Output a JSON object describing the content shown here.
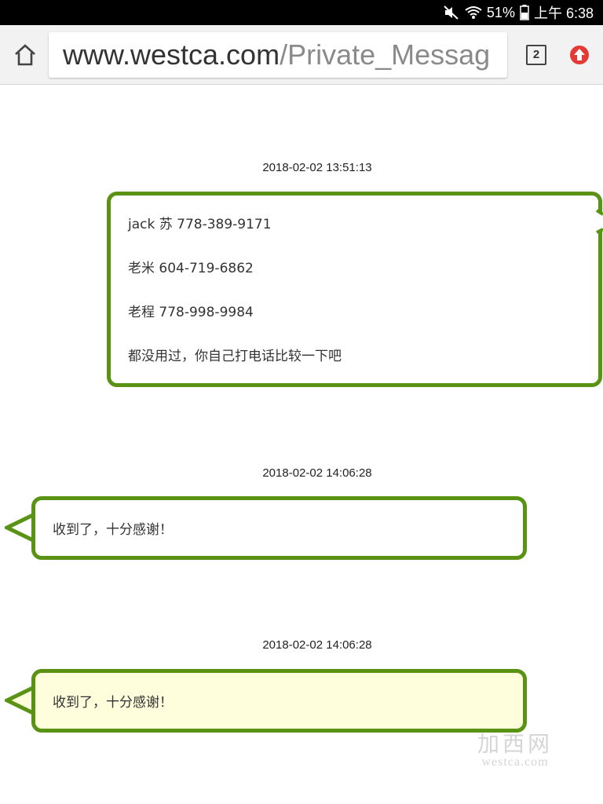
{
  "status_bar": {
    "battery": "51%",
    "time": "上午 6:38",
    "icons": [
      "mute-icon",
      "wifi-icon",
      "battery-icon"
    ]
  },
  "browser": {
    "url_host": "www.westca.com",
    "url_path": "/Private_Messag",
    "tab_count": "2",
    "icons": [
      "home-icon",
      "upload-icon"
    ]
  },
  "messages": [
    {
      "timestamp": "2018-02-02 13:51:13",
      "direction": "outgoing",
      "lines": [
        "jack 苏 778-389-9171",
        "老米 604-719-6862",
        "老程 778-998-9984",
        "都没用过，你自己打电话比较一下吧"
      ]
    },
    {
      "timestamp": "2018-02-02 14:06:28",
      "direction": "incoming",
      "text": "收到了，十分感谢！"
    },
    {
      "timestamp": "2018-02-02 14:06:28",
      "direction": "incoming",
      "text": "收到了，十分感谢！"
    }
  ],
  "watermark": {
    "brand_cn": "加西网",
    "domain": "westca.com"
  },
  "colors": {
    "bubble_border": "#5a9214",
    "bubble_highlight_bg": "#fefedd",
    "upload_icon": "#e53935",
    "status_bar_bg": "#000000",
    "toolbar_bg": "#f2f2f2"
  }
}
